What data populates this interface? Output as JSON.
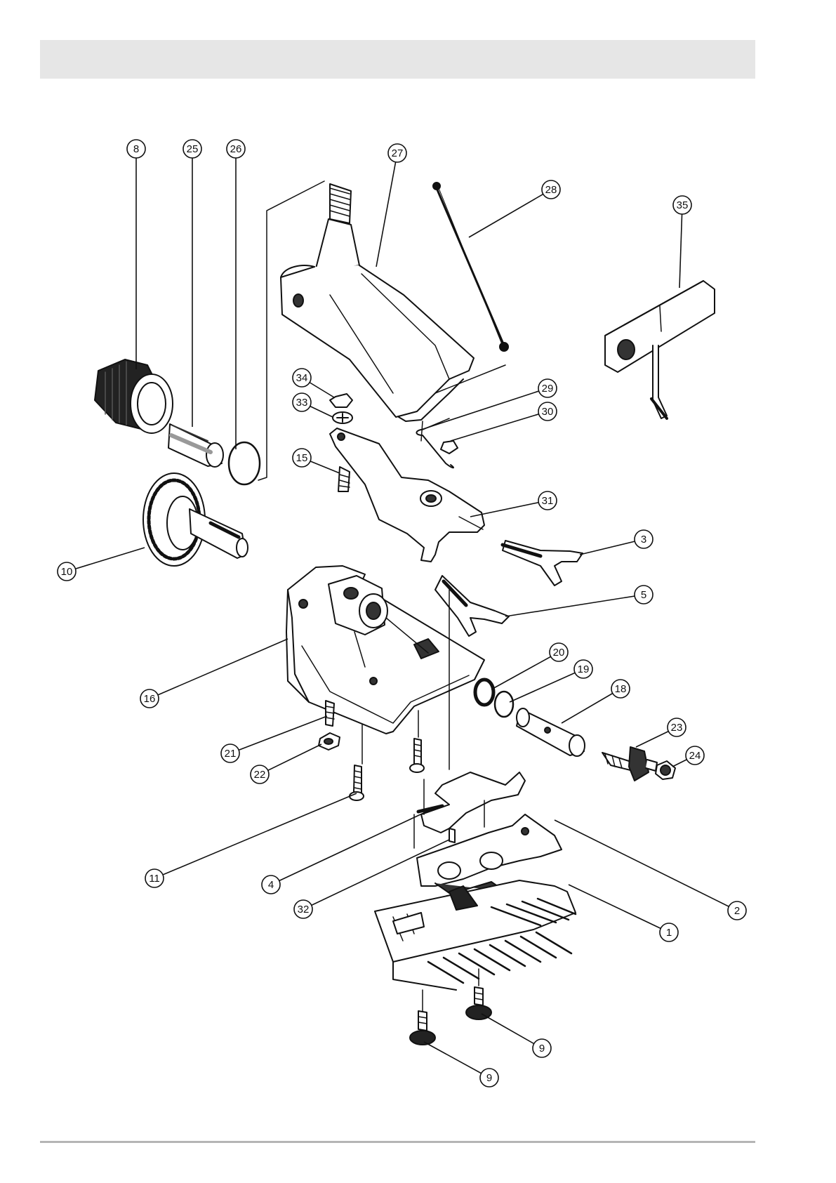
{
  "colors": {
    "header_bar": "#e6e6e6",
    "footer_rule": "#b5b5b5",
    "ink": "#111111"
  },
  "parts": [
    {
      "id": "p8",
      "label": "8"
    },
    {
      "id": "p25",
      "label": "25"
    },
    {
      "id": "p26",
      "label": "26"
    },
    {
      "id": "p27",
      "label": "27"
    },
    {
      "id": "p28",
      "label": "28"
    },
    {
      "id": "p35",
      "label": "35"
    },
    {
      "id": "p34",
      "label": "34"
    },
    {
      "id": "p33",
      "label": "33"
    },
    {
      "id": "p29",
      "label": "29"
    },
    {
      "id": "p30",
      "label": "30"
    },
    {
      "id": "p15",
      "label": "15"
    },
    {
      "id": "p31",
      "label": "31"
    },
    {
      "id": "p3",
      "label": "3"
    },
    {
      "id": "p10",
      "label": "10"
    },
    {
      "id": "p5",
      "label": "5"
    },
    {
      "id": "p20",
      "label": "20"
    },
    {
      "id": "p19",
      "label": "19"
    },
    {
      "id": "p18",
      "label": "18"
    },
    {
      "id": "p16",
      "label": "16"
    },
    {
      "id": "p23",
      "label": "23"
    },
    {
      "id": "p24",
      "label": "24"
    },
    {
      "id": "p21",
      "label": "21"
    },
    {
      "id": "p22",
      "label": "22"
    },
    {
      "id": "p11",
      "label": "11"
    },
    {
      "id": "p4",
      "label": "4"
    },
    {
      "id": "p2",
      "label": "2"
    },
    {
      "id": "p32",
      "label": "32"
    },
    {
      "id": "p1",
      "label": "1"
    },
    {
      "id": "p9a",
      "label": "9"
    },
    {
      "id": "p9b",
      "label": "9"
    }
  ]
}
